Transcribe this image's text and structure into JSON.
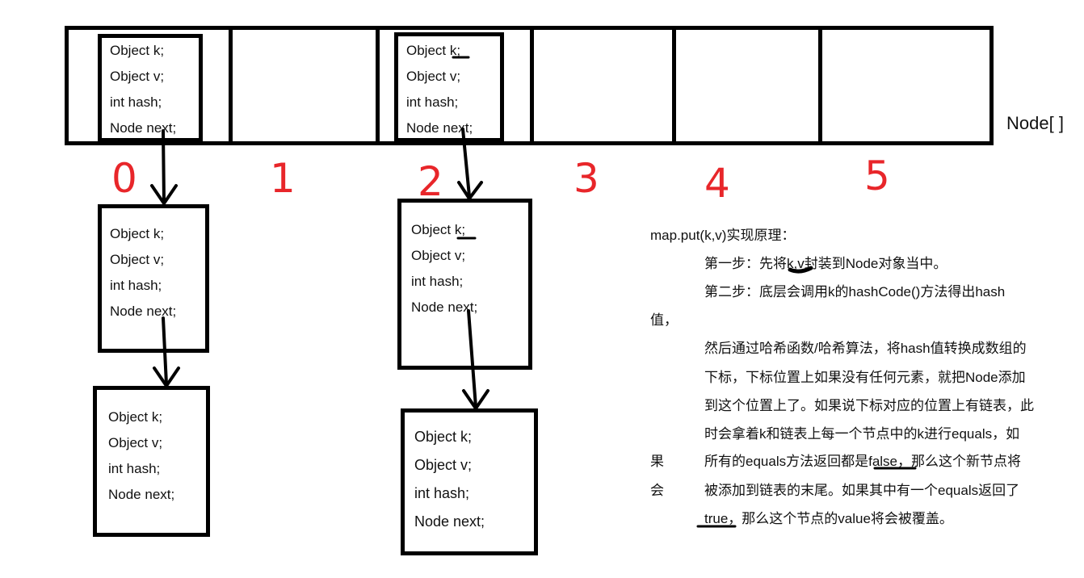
{
  "array": {
    "label": "Node[ ]",
    "indices": [
      "0",
      "1",
      "2",
      "3",
      "4",
      "5"
    ]
  },
  "node_fields": [
    "Object k;",
    "Object v;",
    "int hash;",
    "Node next;"
  ],
  "explanation": {
    "title": "map.put(k,v)实现原理：",
    "lines": [
      "第一步：先将k,v封装到Node对象当中。",
      "第二步：底层会调用k的hashCode()方法得出hash",
      "值，",
      "然后通过哈希函数/哈希算法，将hash值转换成数组的",
      "下标，下标位置上如果没有任何元素，就把Node添加",
      "到这个位置上了。如果说下标对应的位置上有链表，此",
      "时会拿着k和链表上每一个节点中的k进行equals，如",
      "果",
      "所有的equals方法返回都是false，那么这个新节点将",
      "会",
      "被添加到链表的末尾。如果其中有一个equals返回了",
      "true，那么这个节点的value将会被覆盖。"
    ]
  },
  "colors": {
    "index": "#e8262a",
    "line": "#000000",
    "text": "#111111"
  }
}
